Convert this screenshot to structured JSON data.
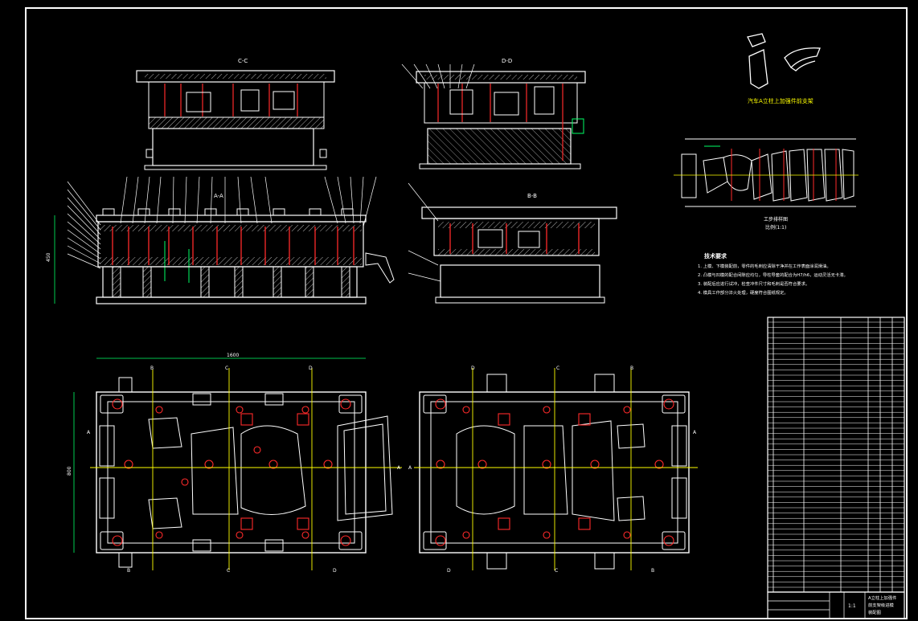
{
  "colors": {
    "background": "#000000",
    "outline": "#ffffff",
    "center_line": "#ffff00",
    "hidden_line": "#ff2a2a",
    "hatch": "#ffffff",
    "dimension": "#00ff66"
  },
  "views": {
    "section_cc": {
      "label": "C-C"
    },
    "section_dd": {
      "label": "D-D"
    },
    "section_aa": {
      "label": "A-A"
    },
    "section_bb": {
      "label": "B-B"
    }
  },
  "part_caption": "汽车A立柱上加强件前支架",
  "strip_caption": {
    "line1": "工步排样图",
    "line2": "比例(1:1)"
  },
  "notes": {
    "title": "技术要求",
    "items": [
      "1. 上模、下模装配前，零件的毛刺应清除干净并在工作表面涂润滑油。",
      "2. 凸模与凹模的配合间隙应均匀，导柱导套的配合为H7/h6，运动灵活无卡滞。",
      "3. 装配后应进行试冲，检查冲件尺寸和毛刺是否符合要求。",
      "4. 模具工作部分淬火处理，硬度符合图纸规定。"
    ]
  },
  "section_markers": [
    "A",
    "B",
    "C",
    "D"
  ],
  "dimensions": {
    "plan_width": "1600",
    "plan_height": "800",
    "side_height": "450"
  },
  "title_block": {
    "scale": "1:1",
    "name_lines": [
      "A立柱上加强件",
      "前支架级进模",
      "装配图"
    ]
  }
}
